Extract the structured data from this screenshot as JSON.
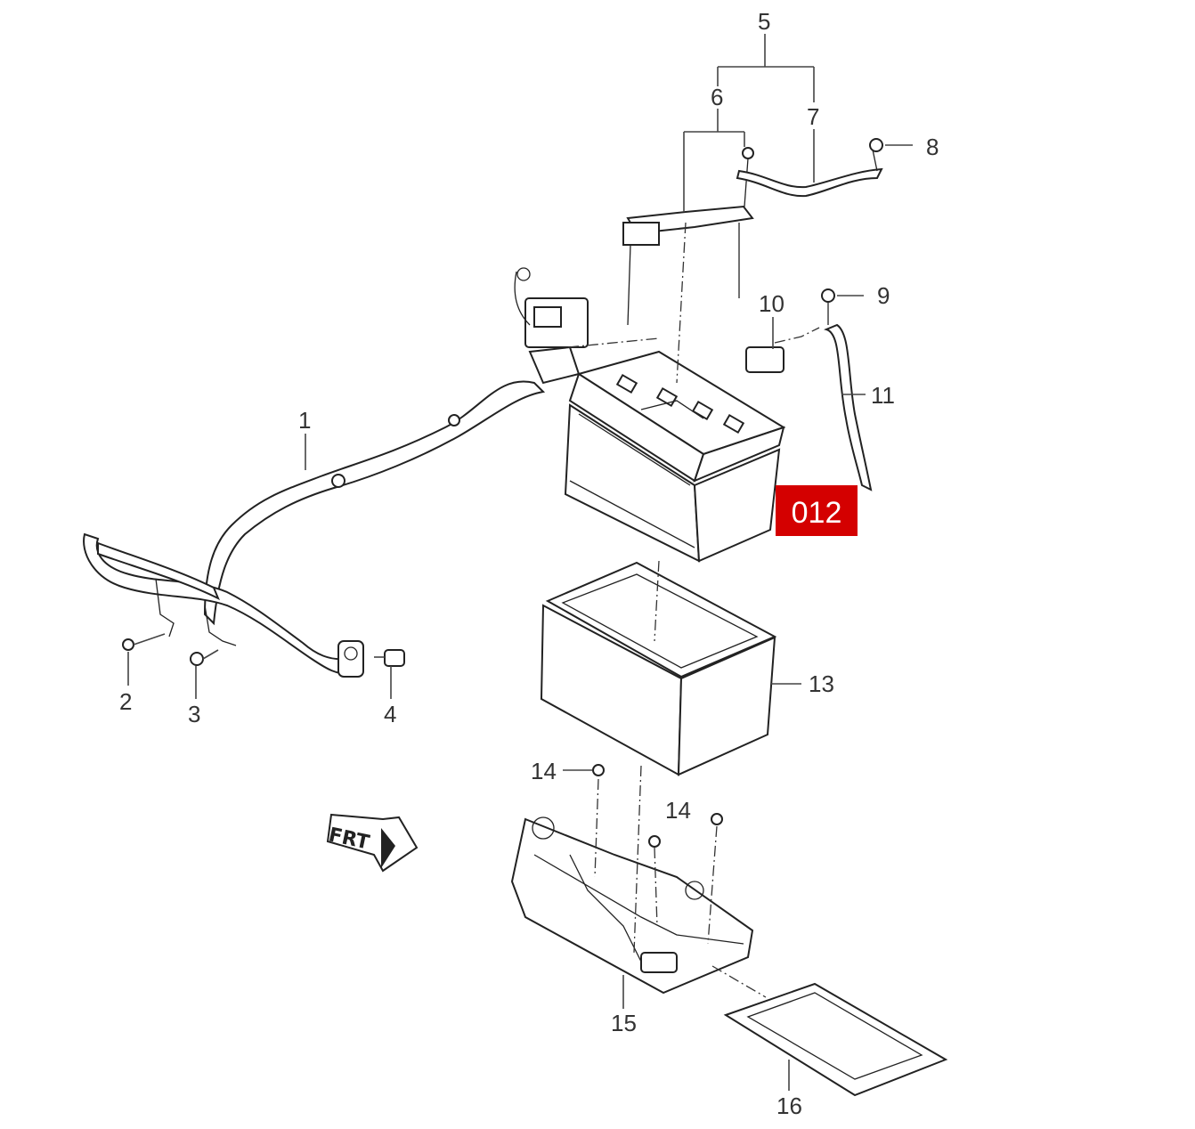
{
  "figure_badge": {
    "text": "012",
    "color": "#d40000"
  },
  "direction_marker": {
    "text": "FRT"
  },
  "callouts": {
    "c1": "1",
    "c2": "2",
    "c3": "3",
    "c4": "4",
    "c5": "5",
    "c6": "6",
    "c7": "7",
    "c8": "8",
    "c9": "9",
    "c10": "10",
    "c11": "11",
    "c13": "13",
    "c14a": "14",
    "c14b": "14",
    "c15": "15",
    "c16": "16"
  }
}
